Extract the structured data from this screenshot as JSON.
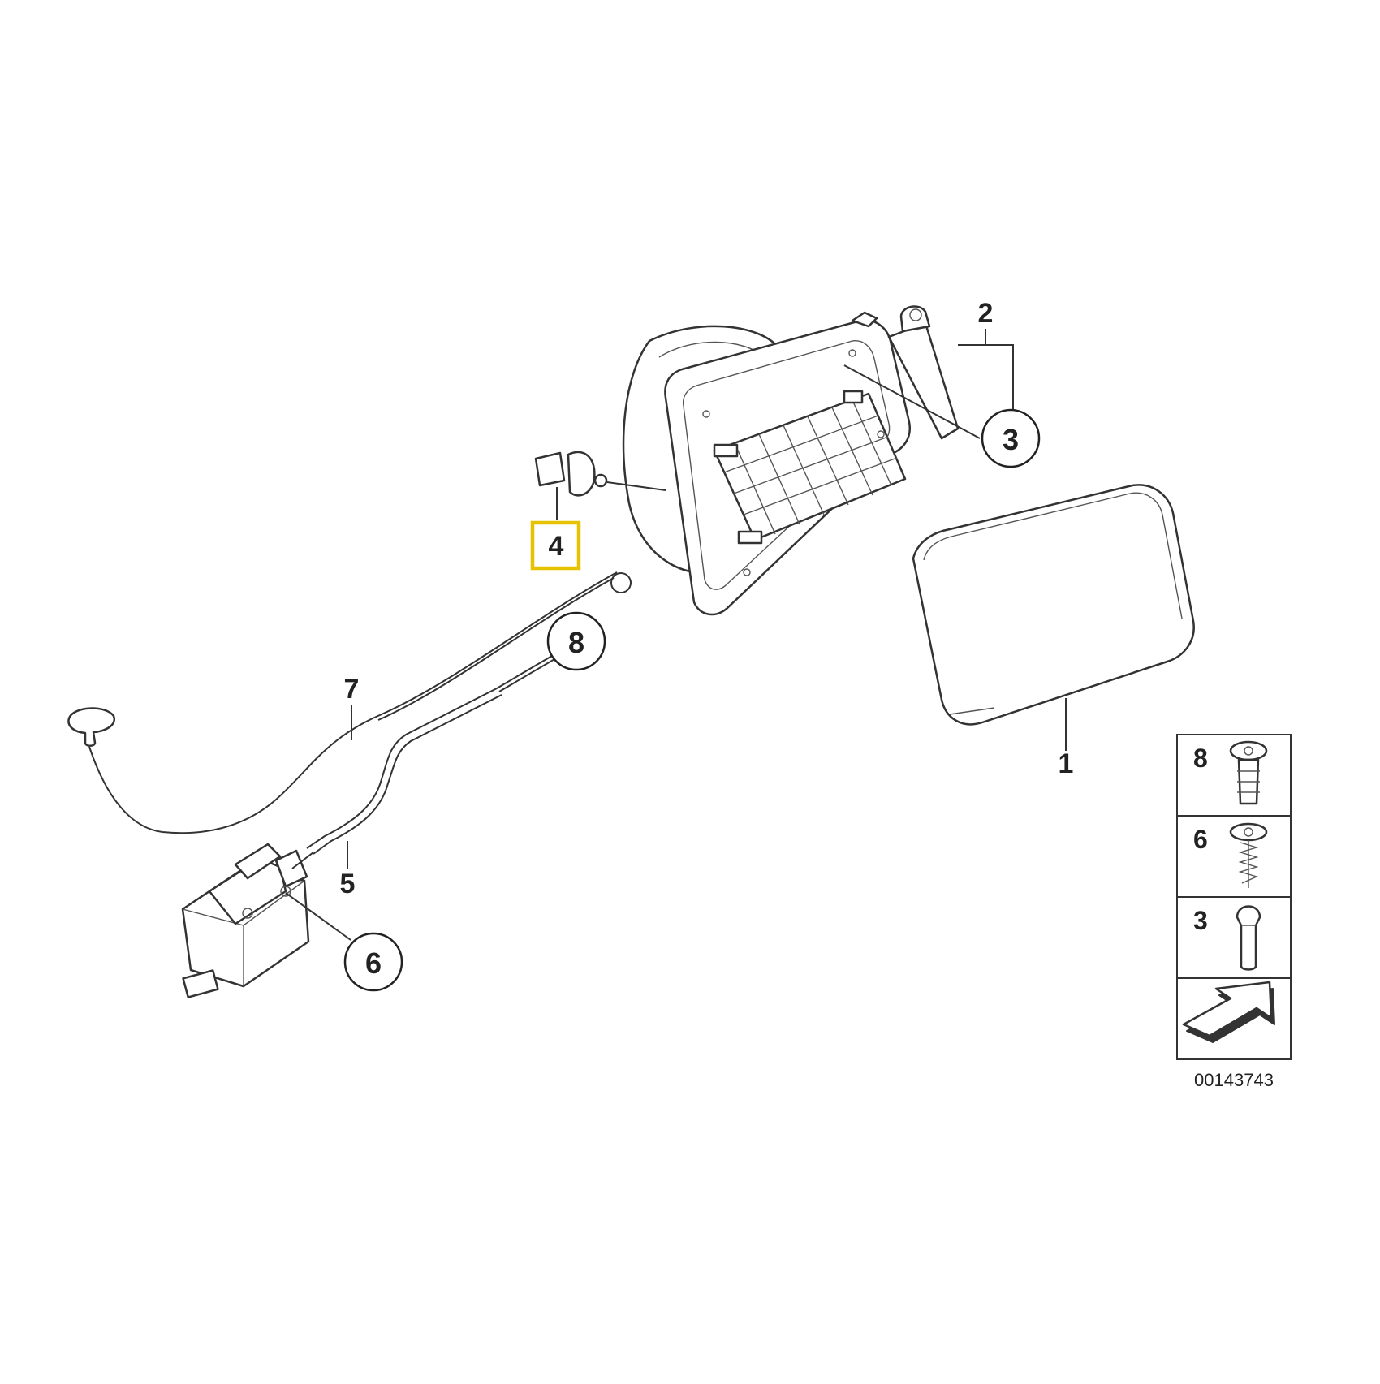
{
  "callouts": {
    "c1": "1",
    "c2": "2",
    "c3": "3",
    "c4": "4",
    "c5": "5",
    "c6": "6",
    "c7": "7",
    "c8": "8"
  },
  "legend": {
    "rows": [
      {
        "label": "8",
        "icon": "screw-icon"
      },
      {
        "label": "6",
        "icon": "spring-screw-icon"
      },
      {
        "label": "3",
        "icon": "pin-icon"
      }
    ],
    "arrow_icon": "arrow-icon"
  },
  "diagram_id": "00143743",
  "highlight_color": "#e6c200"
}
